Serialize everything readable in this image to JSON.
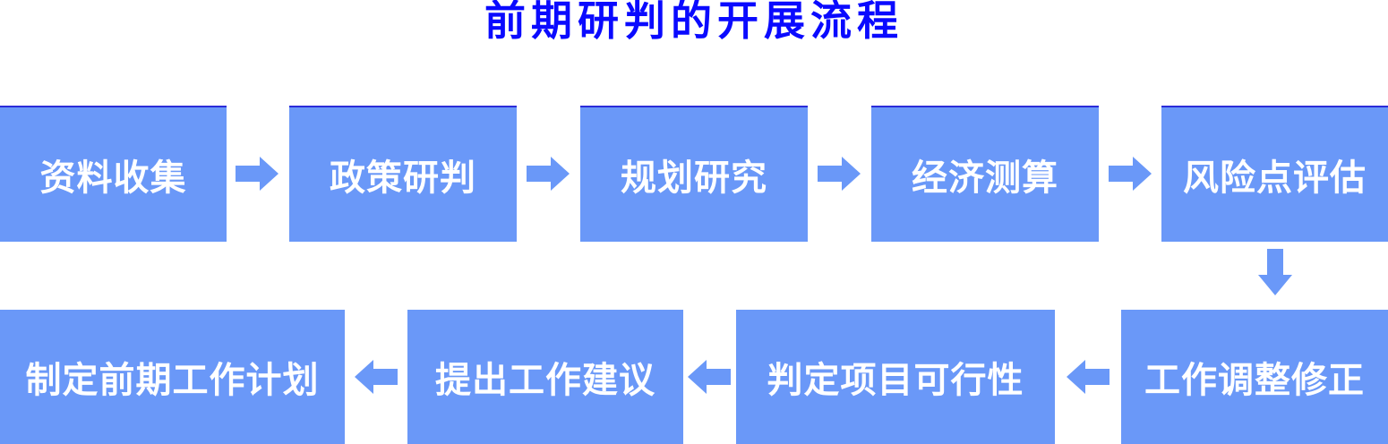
{
  "title": {
    "text": "前期研判的开展流程",
    "color": "#0a0aff"
  },
  "palette": {
    "background": "#ffffff",
    "box_fill": "#6a98f8",
    "box_top_edge": "#2b2bd9",
    "box_text": "#ffffff",
    "arrow_fill": "#6a98f8",
    "title_color": "#0a0aff"
  },
  "flow": {
    "row1": [
      {
        "label": "资料收集"
      },
      {
        "label": "政策研判"
      },
      {
        "label": "规划研究"
      },
      {
        "label": "经济测算"
      },
      {
        "label": "风险点评估"
      }
    ],
    "row2": [
      {
        "label": "制定前期工作计划"
      },
      {
        "label": "提出工作建议"
      },
      {
        "label": "判定项目可行性"
      },
      {
        "label": "工作调整修正"
      }
    ],
    "sequence": [
      "资料收集",
      "政策研判",
      "规划研究",
      "经济测算",
      "风险点评估",
      "工作调整修正",
      "判定项目可行性",
      "提出工作建议",
      "制定前期工作计划"
    ]
  }
}
